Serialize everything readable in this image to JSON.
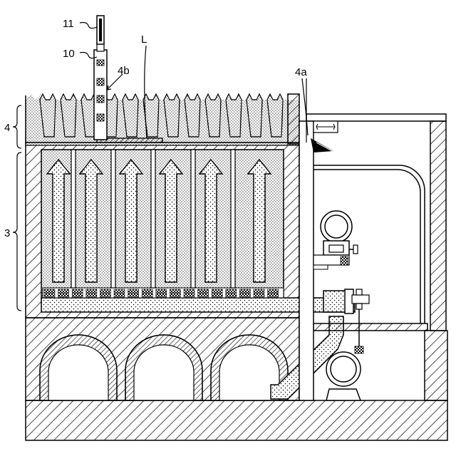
{
  "labels": {
    "tool_upper": "11",
    "tool_lower": "10",
    "guide": "4b",
    "layer": "L",
    "window": "4a",
    "upper_section": "4",
    "lower_section": "3"
  }
}
